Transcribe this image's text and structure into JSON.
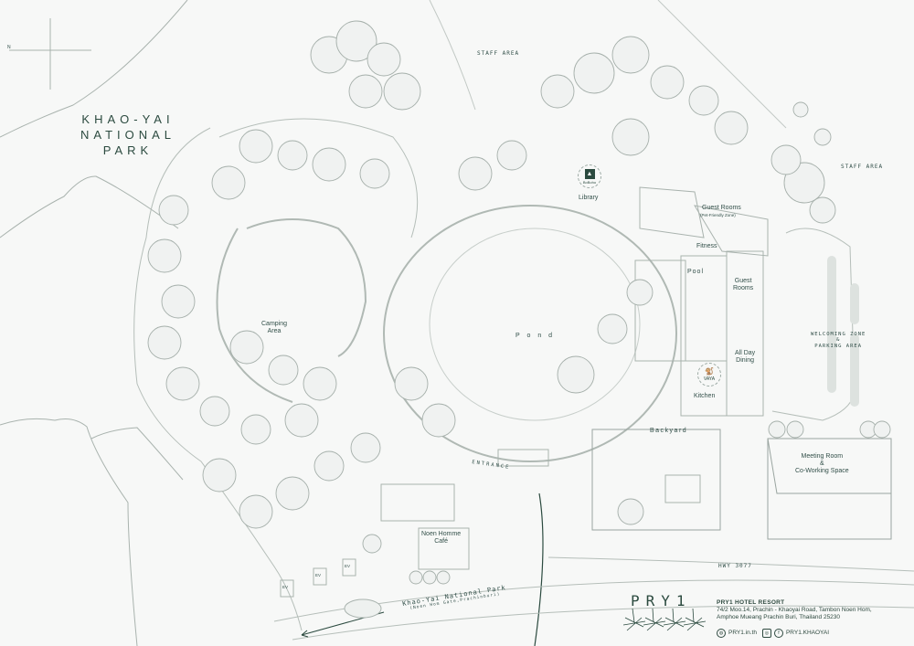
{
  "map": {
    "title_line1": "KHAO-YAI",
    "title_line2": "NATIONAL PARK",
    "compass_label": "N",
    "labels": {
      "staff_area_top": "STAFF AREA",
      "staff_area_right": "STAFF AREA",
      "library": "Library",
      "library_badge": "BoBoho",
      "guest_rooms_1": "Guest Rooms",
      "guest_rooms_1_note": "(Pet-Friendly Zone)",
      "fitness": "Fitness",
      "pool": "Pool",
      "guest_rooms_2_l1": "Guest",
      "guest_rooms_2_l2": "Rooms",
      "welcoming_l1": "WELCOMING ZONE",
      "welcoming_l2": "&",
      "welcoming_l3": "PARKING AREA",
      "all_day_l1": "All Day",
      "all_day_l2": "Dining",
      "kitchen": "Kitchen",
      "vaya_badge": "VAYA",
      "camping_l1": "Camping",
      "camping_l2": "Area",
      "pond": "P o n d",
      "backyard": "Backyard",
      "meeting_l1": "Meeting Room",
      "meeting_l2": "&",
      "meeting_l3": "Co-Working Space",
      "entrance": "ENTRANCE",
      "cafe_l1": "Noen Homme",
      "cafe_l2": "Café",
      "hwy": "HWY 3077",
      "road_main": "Khao-Yai National Park",
      "road_sub": "(Noen Hom Gate,Prachinburi)",
      "ev": "EV"
    }
  },
  "footer": {
    "logo": "PRY1",
    "name": "PRY1 HOTEL RESORT",
    "address_l1": "74/2 Moo.14, Prachin - Khaoyai Road, Tambon Noen Hom,",
    "address_l2": "Amphoe Mueang Prachin Buri, Thailand 25230",
    "website": "PRY1.in.th",
    "social": "PRY1.KHAOYAI"
  },
  "colors": {
    "ink": "#2b4a3f",
    "pencil": "#9aa5a0",
    "paper": "#f7f8f7"
  }
}
